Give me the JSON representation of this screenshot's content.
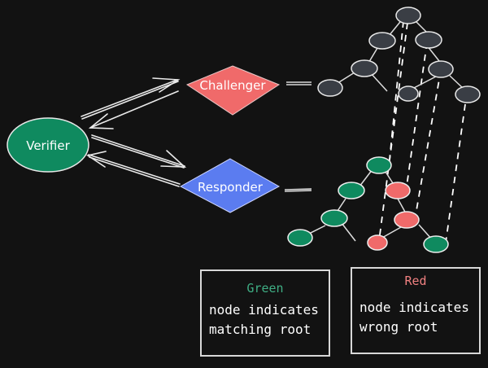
{
  "diagram": {
    "nodes": {
      "verifier": {
        "label": "Verifier",
        "color": "#0f8a5f"
      },
      "challenger": {
        "label": "Challenger",
        "color": "#f06a6a"
      },
      "responder": {
        "label": "Responder",
        "color": "#5b7cf0"
      }
    },
    "tree_colors": {
      "challenger_node": "#3a3e45",
      "match": "#0f8a5f",
      "mismatch": "#f06a6a",
      "stroke": "#e8e8e8"
    },
    "challenger_tree": {
      "nodes": [
        "root",
        "left",
        "right",
        "left-left",
        "left-left-left",
        "right-right",
        "right-right-left",
        "right-right-right"
      ]
    },
    "responder_tree": {
      "nodes": [
        {
          "id": "root",
          "status": "match"
        },
        {
          "id": "left",
          "status": "match"
        },
        {
          "id": "left-left",
          "status": "match"
        },
        {
          "id": "left-left-left",
          "status": "match"
        },
        {
          "id": "right",
          "status": "mismatch"
        },
        {
          "id": "right-right",
          "status": "mismatch"
        },
        {
          "id": "right-right-left",
          "status": "mismatch"
        },
        {
          "id": "right-right-right",
          "status": "match"
        }
      ]
    }
  },
  "legend": {
    "green": {
      "title": "Green",
      "title_color": "#3fae84",
      "lines": [
        "node indicates",
        "matching root"
      ]
    },
    "red": {
      "title": "Red",
      "title_color": "#f08080",
      "lines": [
        "node indicates",
        "wrong root"
      ]
    }
  }
}
